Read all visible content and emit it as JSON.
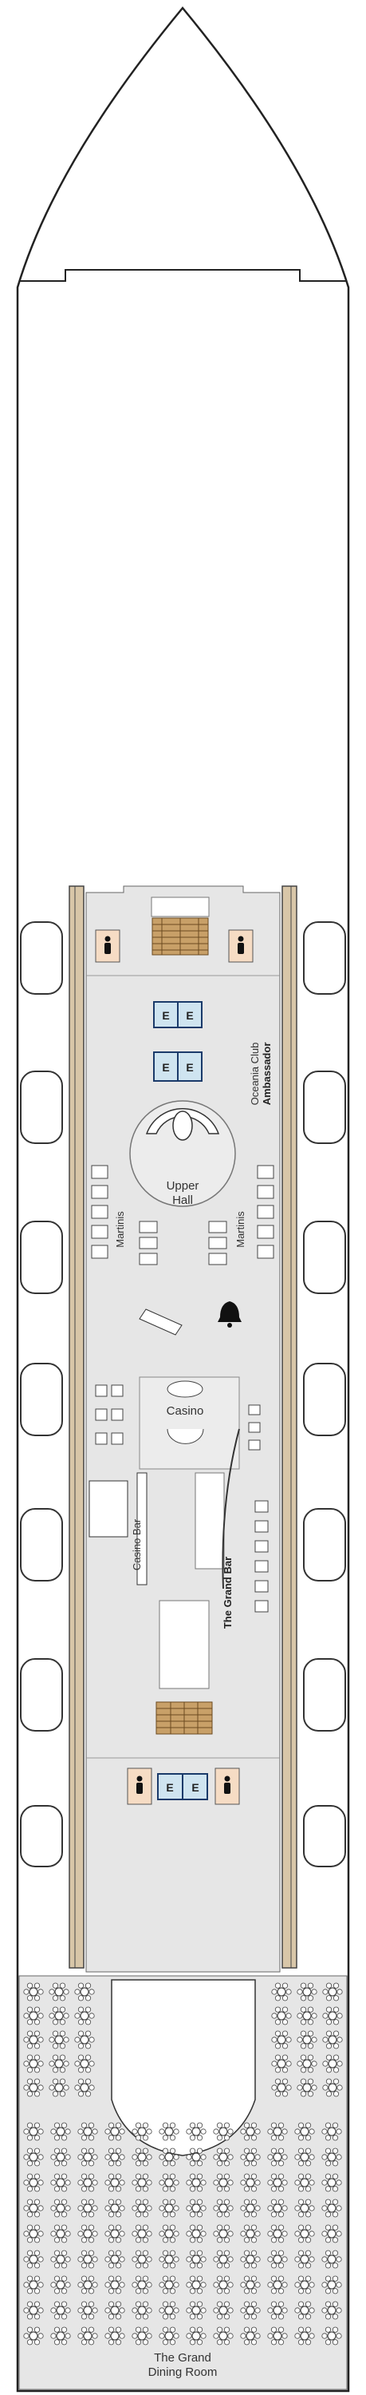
{
  "deck_plan": {
    "areas": {
      "oceania_club": "Oceania Club",
      "ambassador": "Ambassador",
      "upper_hall": [
        "Upper",
        "Hall"
      ],
      "martinis": "Martinis",
      "casino": "Casino",
      "casino_bar": "Casino Bar",
      "grand_bar": "The Grand Bar",
      "dining_room": [
        "The Grand",
        "Dining Room"
      ]
    },
    "elevator_label": "E",
    "icons": [
      "restroom-icon",
      "bell-icon"
    ],
    "colors": {
      "hull_outline": "#222222",
      "interior_fill": "#e6e6e6",
      "restroom_fill": "#f6dcc4",
      "stair_fill": "#c8a068",
      "elevator_fill": "#cfe4f0",
      "balcony_stripe": "#d8c6a8"
    }
  }
}
